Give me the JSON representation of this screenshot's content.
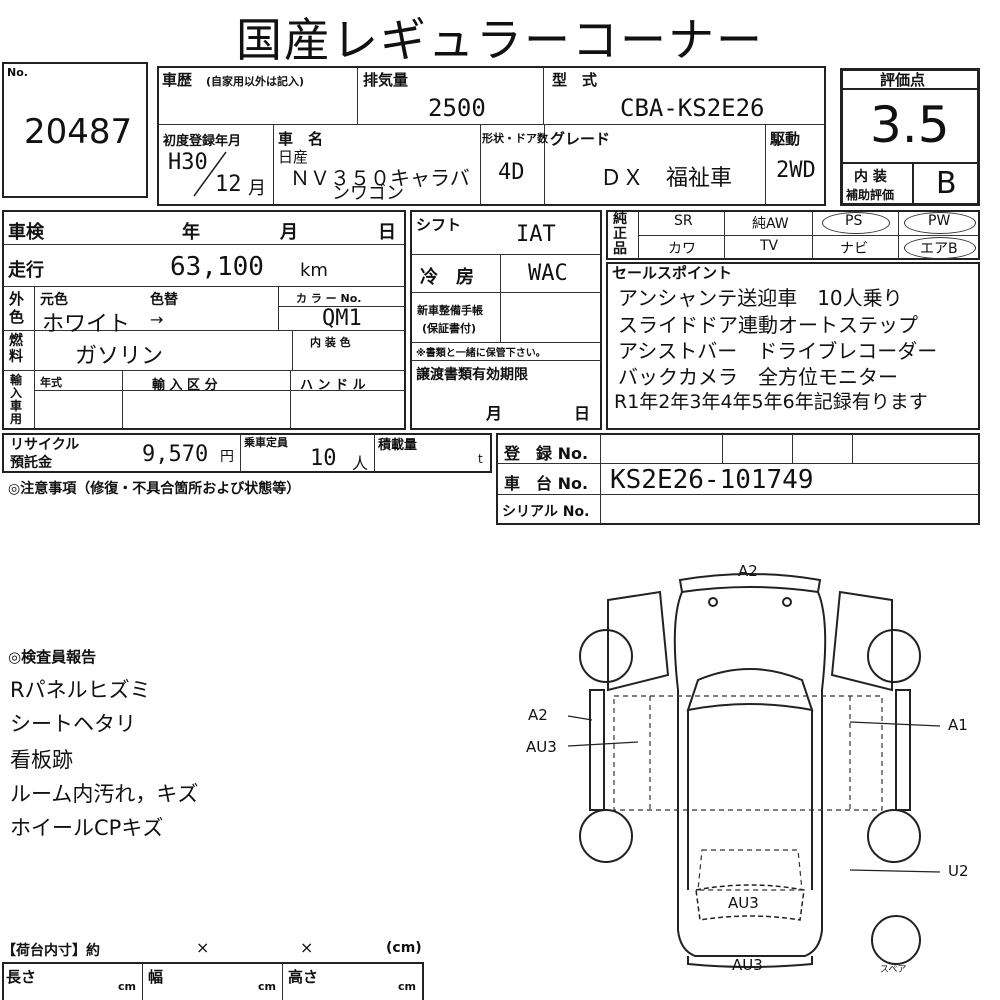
{
  "title": "国産レギュラーコーナー",
  "lot": {
    "no_label": "No.",
    "number": "20487"
  },
  "history": {
    "label": "車歴",
    "note": "(自家用以外は記入)"
  },
  "displacement": {
    "label": "排気量",
    "value": "2500"
  },
  "model": {
    "label": "型　式",
    "value": "CBA-KS2E26"
  },
  "score": {
    "label": "評価点",
    "value": "3.5",
    "interior_label_1": "内 装",
    "interior_label_2": "補助評価",
    "interior_value": "B"
  },
  "first_reg": {
    "label": "初度登録年月",
    "year": "H30",
    "month": "12",
    "month_unit": "月"
  },
  "car_name": {
    "label": "車　名",
    "maker": "日産",
    "name_line1": "ＮＶ３５０キャラバ",
    "name_line2": "ンワゴン"
  },
  "doors": {
    "label": "形状・ドア数",
    "value": "4D"
  },
  "grade": {
    "label": "グレード",
    "value": "ＤＸ　福祉車"
  },
  "drive": {
    "label": "駆動",
    "value": "2WD"
  },
  "inspection": {
    "label": "車検",
    "year": "年",
    "month": "月",
    "day": "日"
  },
  "shift": {
    "label": "シフト",
    "value": "IAT"
  },
  "equipment": {
    "label": "純正品",
    "row1": [
      "SR",
      "純AW",
      "PS",
      "PW"
    ],
    "row2": [
      "カワ",
      "TV",
      "ナビ",
      "エアB"
    ]
  },
  "mileage": {
    "label": "走行",
    "value": "63,100",
    "unit": "km"
  },
  "ac": {
    "label": "冷　房",
    "value": "WAC"
  },
  "color": {
    "label": "外色",
    "original_label": "元色",
    "changed_label": "色替",
    "code_label": "カ ラ ー No.",
    "value": "ホワイト",
    "arrow": "→",
    "code": "QM1",
    "interior_label": "内 装 色"
  },
  "maintenance": {
    "label_1": "新車整備手帳",
    "label_2": "(保証書付)",
    "note": "※書類と一緒に保管下さい。"
  },
  "sales_points": {
    "label": "セールスポイント",
    "lines": [
      "アンシャンテ送迎車　10人乗り",
      "スライドドア連動オートステップ",
      "アシストバー　ドライブレコーダー",
      "バックカメラ　全方位モニター",
      "R1年2年3年4年5年6年記録有ります"
    ]
  },
  "fuel": {
    "label": "燃料",
    "value": "ガソリン"
  },
  "import": {
    "label": "輸入車用",
    "year_label": "年式",
    "category_label": "輸 入 区 分",
    "handle_label": "ハ ン ド ル"
  },
  "transfer": {
    "label": "譲渡書類有効期限",
    "month": "月",
    "day": "日"
  },
  "recycle": {
    "label_1": "リサイクル",
    "label_2": "預託金",
    "value": "9,570",
    "unit": "円"
  },
  "capacity": {
    "label": "乗車定員",
    "value": "10",
    "unit": "人"
  },
  "load": {
    "label": "積載量",
    "unit": "t"
  },
  "registration": {
    "label": "登　録 No.",
    "chassis_label": "車　台 No.",
    "chassis_value": "KS2E26-101749",
    "serial_label": "シリアル No."
  },
  "caution": {
    "label": "◎注意事項（修復・不具合箇所および状態等）"
  },
  "inspector": {
    "label": "◎検査員報告",
    "lines": [
      "Rパネルヒズミ",
      "シートヘタリ",
      "看板跡",
      "ルーム内汚れ，キズ",
      "ホイールCPキズ"
    ]
  },
  "diagram": {
    "labels": [
      "A2",
      "A2",
      "AU3",
      "A1",
      "U2",
      "AU3",
      "AU3"
    ],
    "spare": "スペア"
  },
  "cargo": {
    "label": "【荷台内寸】約",
    "x1": "×",
    "x2": "×",
    "unit": "(cm)",
    "length": "長さ",
    "width": "幅",
    "height": "高さ",
    "cm": "cm"
  }
}
